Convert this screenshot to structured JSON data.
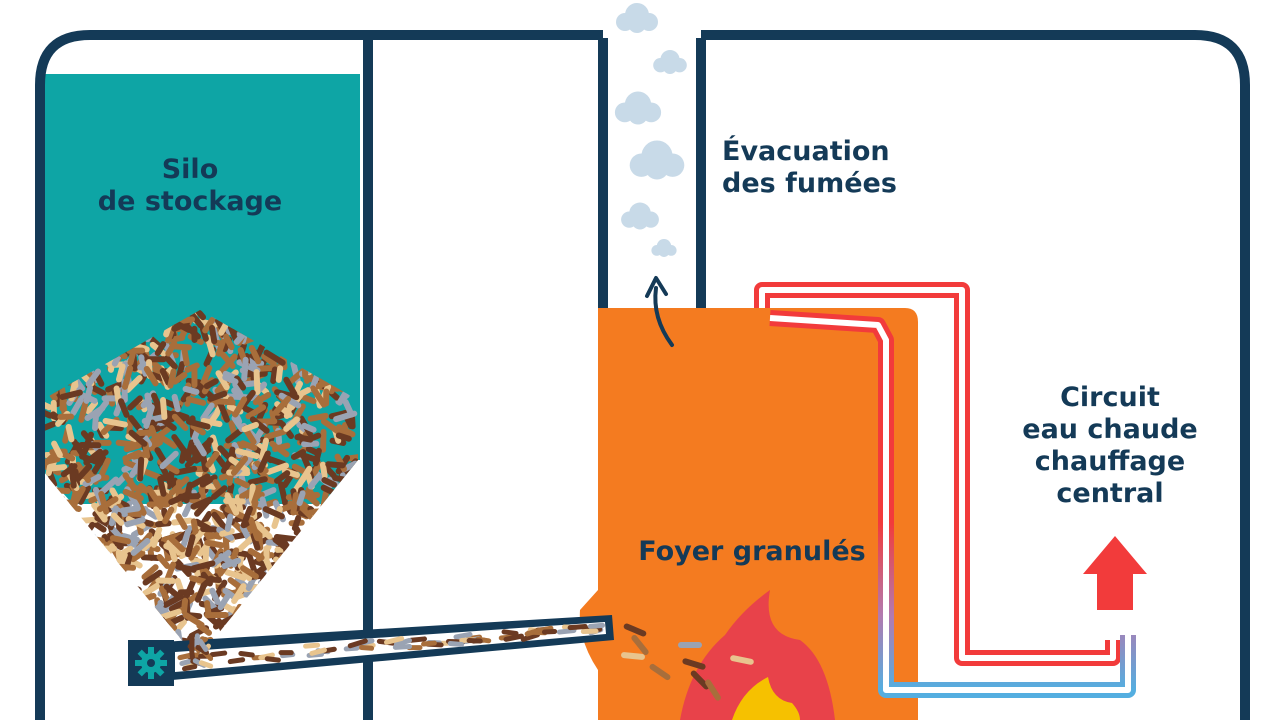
{
  "labels": {
    "silo": [
      "Silo",
      "de stockage"
    ],
    "evacuation": [
      "Évacuation",
      "des fumées"
    ],
    "foyer": "Foyer granulés",
    "circuit": [
      "Circuit",
      "eau chaude",
      "chauffage",
      "central"
    ]
  },
  "colors": {
    "outline": "#143a57",
    "silo": "#0ea5a5",
    "boiler": "#f47b20",
    "hot_water": "#f23b3b",
    "cold_water": "#54aee0",
    "flame_outer": "#e8424a",
    "flame_inner": "#f6c100",
    "smoke": "#c8dae8",
    "pellet_dark": "#6b3a22",
    "pellet_mid": "#a86e3b",
    "pellet_light": "#e8c48e",
    "pellet_grey": "#9aa3b3"
  },
  "icons": {
    "gear": "gear-icon",
    "smoke_arrow": "arrow-up-icon",
    "outflow_arrow": "arrow-up-icon"
  }
}
